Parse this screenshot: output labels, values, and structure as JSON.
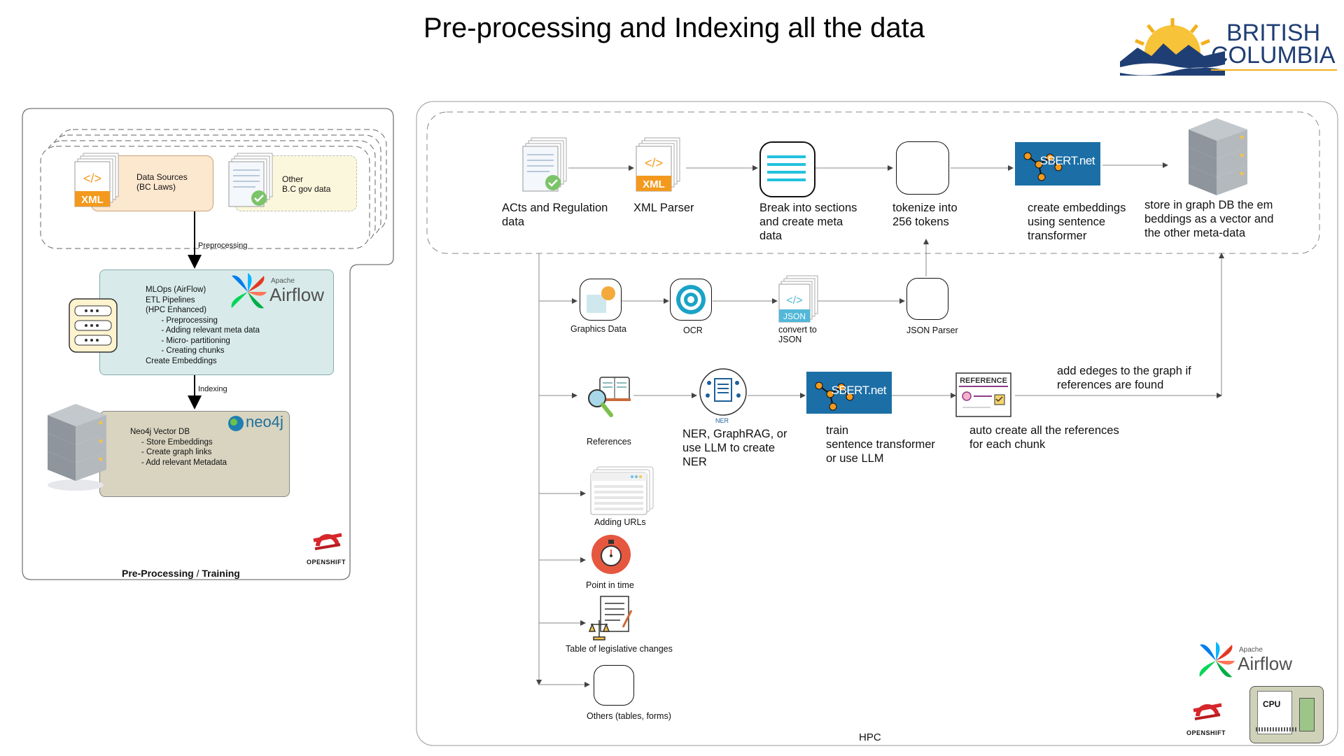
{
  "title": "Pre-processing and Indexing all the data",
  "logo": {
    "line1": "BRITISH",
    "line2": "COLUMBIA",
    "colors": {
      "navy": "#1f3e74",
      "gold": "#f2b01e"
    }
  },
  "left_panel": {
    "footer": {
      "a": "Pre-Processing",
      "sep": " / ",
      "b": "Training"
    },
    "data_sources": {
      "label": "Data Sources\n(BC Laws)",
      "icon_text": "XML"
    },
    "other": {
      "label": "Other\nB.C gov data"
    },
    "preprocessing_label": "Preprocessing",
    "indexing_label": "Indexing",
    "mlops": {
      "text": "MLOps (AirFlow)\nETL Pipelines\n(HPC Enhanced)\n       - Preprocessing\n       - Adding relevant meta data\n       - Micro- partitioning\n       - Creating chunks\nCreate Embeddings",
      "logo_small": "Apache",
      "logo_big": "Airflow"
    },
    "neo4j": {
      "text": "Neo4j Vector DB\n     - Store Embeddings\n     - Create graph links\n     - Add relevant Metadata",
      "logo": "neo4j"
    },
    "openshift": "OPENSHIFT"
  },
  "hpc_panel": {
    "label": "HPC",
    "top_row": [
      {
        "id": "acts",
        "label": "ACts and Regulation\ndata"
      },
      {
        "id": "xmlparser",
        "label": "XML Parser",
        "icon_text": "XML"
      },
      {
        "id": "sections",
        "label": "Break into sections\nand create meta\ndata"
      },
      {
        "id": "tokenize",
        "label": "tokenize into\n256 tokens"
      },
      {
        "id": "embed",
        "label": "create embeddings\nusing sentence\ntransformer",
        "icon_text": "SBERT.net"
      },
      {
        "id": "store",
        "label": "store in graph DB  the em\nbeddings  as a vector and\nthe other meta-data"
      }
    ],
    "graphics_row": [
      {
        "id": "graphics",
        "label": "Graphics Data"
      },
      {
        "id": "ocr",
        "label": "OCR"
      },
      {
        "id": "json",
        "label": "convert to\nJSON",
        "icon_text": "JSON"
      },
      {
        "id": "jsonparser",
        "label": "JSON Parser"
      }
    ],
    "refs_row": [
      {
        "id": "references",
        "label": "References"
      },
      {
        "id": "ner",
        "label": "NER, GraphRAG, or\nuse LLM to create\nNER",
        "icon_text": "NER"
      },
      {
        "id": "train",
        "label": "train\nsentence transformer\nor use LLM",
        "icon_text": "SBERT.net"
      },
      {
        "id": "autoref",
        "label": "auto create all the references\nfor each chunk",
        "icon_text": "REFERENCE"
      },
      {
        "id": "edges",
        "label": "add edeges to the graph if\nreferences are found"
      }
    ],
    "others": [
      {
        "id": "urls",
        "label": "Adding URLs"
      },
      {
        "id": "pit",
        "label": "Point in time"
      },
      {
        "id": "table",
        "label": "Table of legislative changes"
      },
      {
        "id": "forms",
        "label": "Others (tables, forms)"
      }
    ],
    "airflow": {
      "small": "Apache",
      "big": "Airflow"
    },
    "openshift": "OPENSHIFT",
    "cpu": "CPU"
  }
}
